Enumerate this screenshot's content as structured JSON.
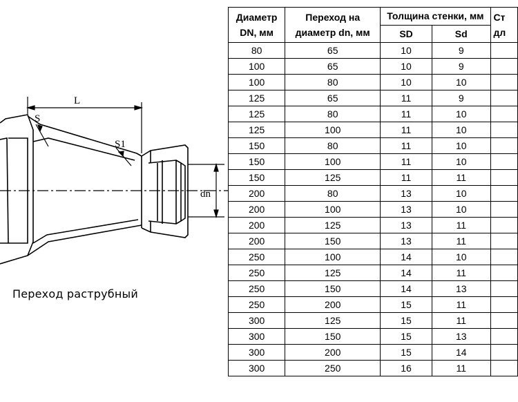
{
  "drawing": {
    "labels": {
      "length": "L",
      "wall_s": "S",
      "wall_s1": "S1",
      "diameter": "dn"
    },
    "caption": "Переход раструбный"
  },
  "table": {
    "headers": {
      "col1_line1": "Диаметр",
      "col1_line2": "DN, мм",
      "col2_line1": "Переход на",
      "col2_line2": "диаметр dn, мм",
      "group": "Толщина стенки, мм",
      "sub_sd_upper": "SD",
      "sub_sd_lower": "Sd",
      "col5_line1": "Ст",
      "col5_line2": "дл"
    },
    "rows": [
      [
        "80",
        "65",
        "10",
        "9",
        ""
      ],
      [
        "100",
        "65",
        "10",
        "9",
        ""
      ],
      [
        "100",
        "80",
        "10",
        "10",
        ""
      ],
      [
        "125",
        "65",
        "11",
        "9",
        ""
      ],
      [
        "125",
        "80",
        "11",
        "10",
        ""
      ],
      [
        "125",
        "100",
        "11",
        "10",
        ""
      ],
      [
        "150",
        "80",
        "11",
        "10",
        ""
      ],
      [
        "150",
        "100",
        "11",
        "10",
        ""
      ],
      [
        "150",
        "125",
        "11",
        "11",
        ""
      ],
      [
        "200",
        "80",
        "13",
        "10",
        ""
      ],
      [
        "200",
        "100",
        "13",
        "10",
        ""
      ],
      [
        "200",
        "125",
        "13",
        "11",
        ""
      ],
      [
        "200",
        "150",
        "13",
        "11",
        ""
      ],
      [
        "250",
        "100",
        "14",
        "10",
        ""
      ],
      [
        "250",
        "125",
        "14",
        "11",
        ""
      ],
      [
        "250",
        "150",
        "14",
        "13",
        ""
      ],
      [
        "250",
        "200",
        "15",
        "11",
        ""
      ],
      [
        "300",
        "125",
        "15",
        "11",
        ""
      ],
      [
        "300",
        "150",
        "15",
        "13",
        ""
      ],
      [
        "300",
        "200",
        "15",
        "14",
        ""
      ],
      [
        "300",
        "250",
        "16",
        "11",
        ""
      ]
    ]
  }
}
